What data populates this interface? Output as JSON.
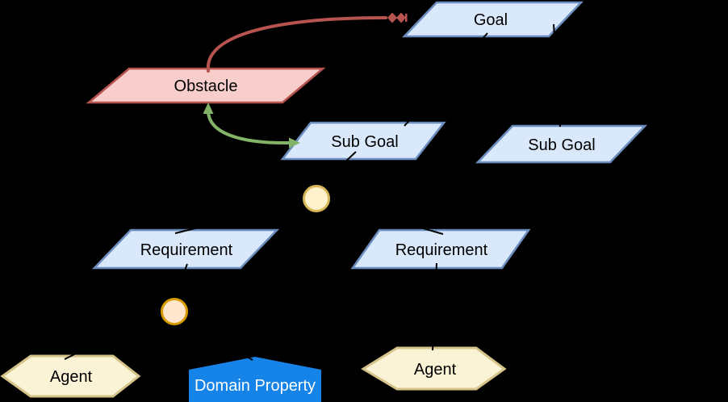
{
  "diagram": {
    "kind": "KAOS goal model",
    "background": "#000000",
    "nodes": {
      "goal": {
        "label": "Goal",
        "shape": "parallelogram",
        "fill": "#DAE8FC",
        "stroke": "#6C8EBF"
      },
      "obstacle": {
        "label": "Obstacle",
        "shape": "parallelogram",
        "fill": "#F8CECC",
        "stroke": "#B85450"
      },
      "subgoal_left": {
        "label": "Sub Goal",
        "shape": "parallelogram",
        "fill": "#DAE8FC",
        "stroke": "#6C8EBF"
      },
      "subgoal_right": {
        "label": "Sub Goal",
        "shape": "parallelogram",
        "fill": "#DAE8FC",
        "stroke": "#6C8EBF"
      },
      "requirement_left": {
        "label": "Requirement",
        "shape": "parallelogram",
        "fill": "#DAE8FC",
        "stroke": "#6C8EBF"
      },
      "requirement_right": {
        "label": "Requirement",
        "shape": "parallelogram",
        "fill": "#DAE8FC",
        "stroke": "#6C8EBF"
      },
      "agent_left": {
        "label": "Agent",
        "shape": "hexagon",
        "fill": "#FBF3D5",
        "stroke": "#D6C38A"
      },
      "agent_right": {
        "label": "Agent",
        "shape": "hexagon",
        "fill": "#FBF3D5",
        "stroke": "#D6C38A"
      },
      "domain_property": {
        "label": "Domain Property",
        "shape": "pentagon",
        "fill": "#1583E8",
        "text_color": "#FFFFFF"
      },
      "and_junction_upper": {
        "label": "",
        "shape": "circle",
        "fill": "#FFF2CC",
        "stroke": "#D6B656"
      },
      "and_junction_lower": {
        "label": "",
        "shape": "circle",
        "fill": "#FFE6CC",
        "stroke": "#D79B00"
      }
    },
    "edges": {
      "obstruction_curve": {
        "color": "#B85450",
        "from": "obstacle",
        "to": "goal",
        "head": "double-diamond"
      },
      "resolution_curve": {
        "color": "#82B366",
        "from": "subgoal_left",
        "to": "obstacle",
        "head": "arrows-both-ends"
      },
      "refinement_line_color": "#000000"
    }
  }
}
